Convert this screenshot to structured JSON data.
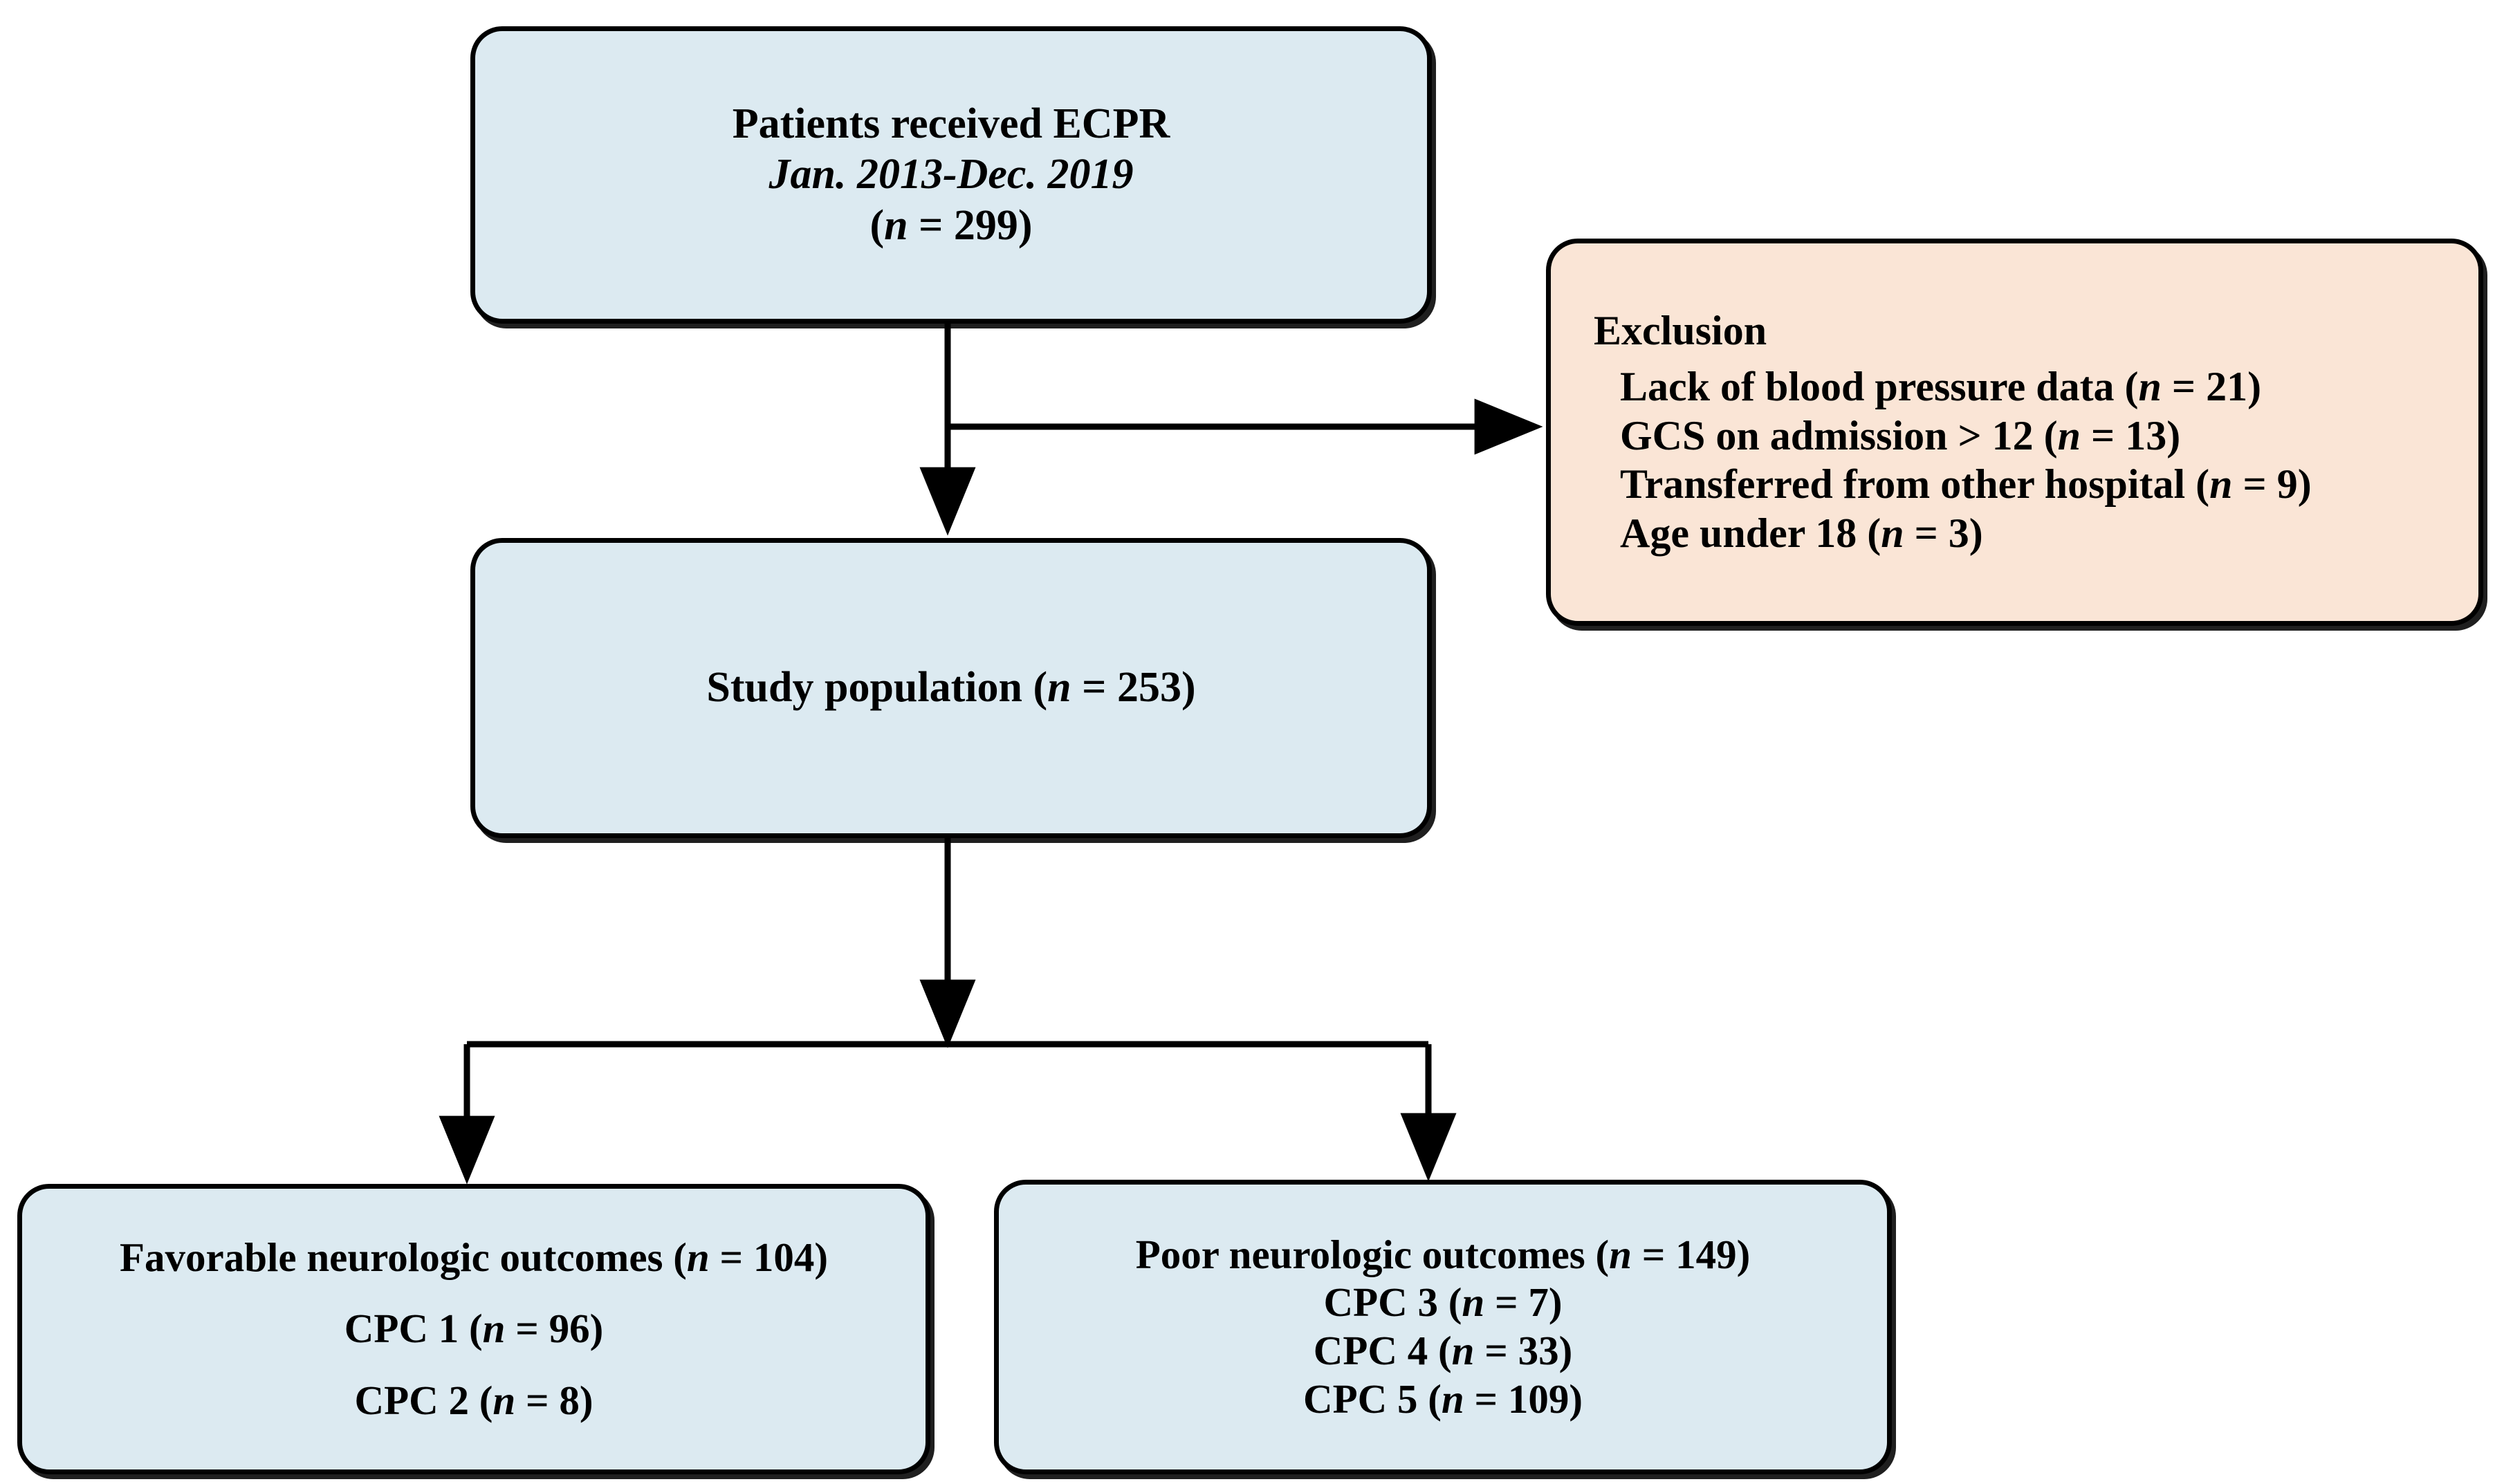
{
  "diagram": {
    "title": "ECPR study patient flow diagram",
    "colors": {
      "box_fill_primary": "#dceaf1",
      "box_fill_exclusion": "#fae5d6",
      "border": "#000000",
      "text": "#000000",
      "background": "#ffffff"
    }
  },
  "nodes": {
    "enrollment": {
      "line1": "Patients received ECPR",
      "line2": "Jan. 2013-Dec. 2019",
      "line3_prefix": "(",
      "line3_n": "n",
      "line3_suffix": " = 299)"
    },
    "exclusion": {
      "heading": "Exclusion",
      "items": [
        {
          "text": "Lack of blood pressure data (",
          "n": "n",
          "count": " = 21)"
        },
        {
          "text": "GCS on admission > 12 (",
          "n": "n",
          "count": " = 13)"
        },
        {
          "text": "Transferred from other hospital (",
          "n": "n",
          "count": " = 9)"
        },
        {
          "text": "Age under 18 (",
          "n": "n",
          "count": " = 3)"
        }
      ]
    },
    "study_population": {
      "text": "Study population (",
      "n": "n",
      "count": " = 253)"
    },
    "favorable": {
      "heading_text": "Favorable neurologic outcomes (",
      "heading_n": "n",
      "heading_count": " = 104)",
      "rows": [
        {
          "label": "CPC 1 (",
          "n": "n",
          "count": " = 96)"
        },
        {
          "label": "CPC 2 (",
          "n": "n",
          "count": " = 8)"
        }
      ]
    },
    "poor": {
      "heading_text": "Poor neurologic outcomes (",
      "heading_n": "n",
      "heading_count": " = 149)",
      "rows": [
        {
          "label": "CPC 3 (",
          "n": "n",
          "count": " = 7)"
        },
        {
          "label": "CPC 4 (",
          "n": "n",
          "count": " = 33)"
        },
        {
          "label": "CPC 5 (",
          "n": "n",
          "count": " = 109)"
        }
      ]
    }
  },
  "connectors": [
    {
      "name": "enrollment-to-study",
      "type": "vertical-arrow"
    },
    {
      "name": "enrollment-to-exclusion",
      "type": "horizontal-arrow"
    },
    {
      "name": "study-to-split",
      "type": "vertical-arrow"
    },
    {
      "name": "split-to-favorable",
      "type": "elbow-arrow"
    },
    {
      "name": "split-to-poor",
      "type": "elbow-arrow"
    }
  ]
}
